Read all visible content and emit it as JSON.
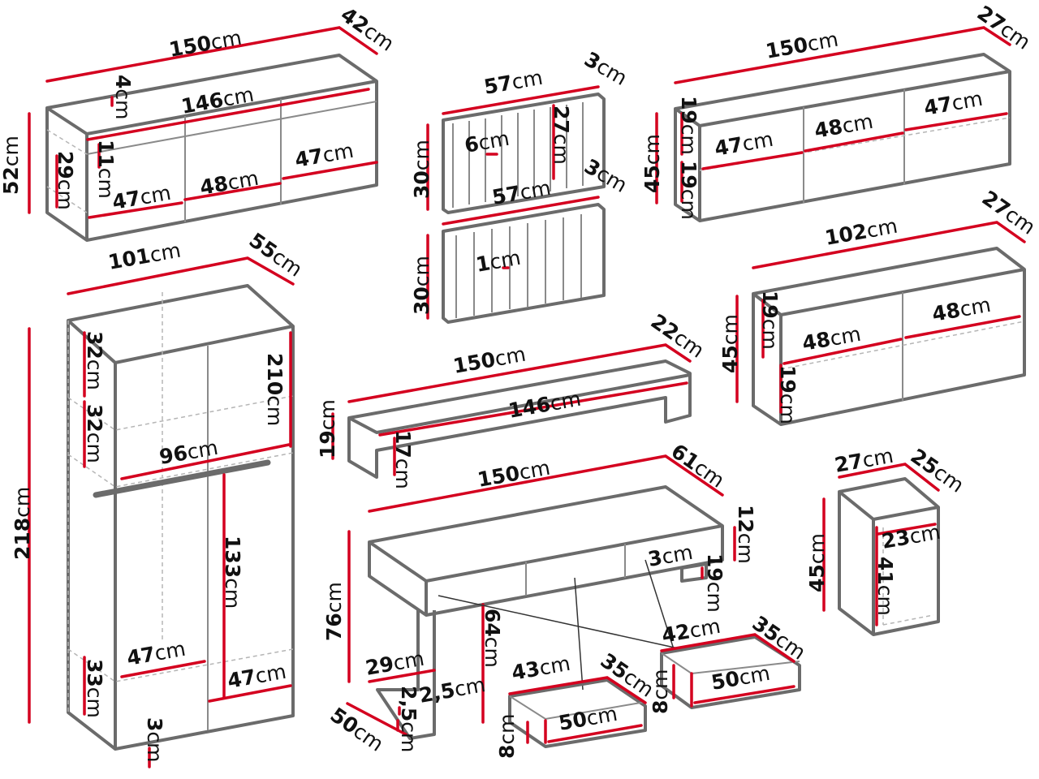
{
  "colors": {
    "dimension_line": "#d4001f",
    "furniture_outline": "#6b6b6b",
    "text": "#111111"
  },
  "unit": "cm",
  "dimensions": [
    {
      "id": "sb-width",
      "value": "150",
      "unit": "cm"
    },
    {
      "id": "sb-depth",
      "value": "42",
      "unit": "cm"
    },
    {
      "id": "sb-top",
      "value": "4",
      "unit": "cm"
    },
    {
      "id": "sb-inner",
      "value": "146",
      "unit": "cm"
    },
    {
      "id": "sb-height",
      "value": "52",
      "unit": "cm"
    },
    {
      "id": "sb-shelf-gap",
      "value": "11",
      "unit": "cm"
    },
    {
      "id": "sb-inner-h",
      "value": "29",
      "unit": "cm"
    },
    {
      "id": "sb-comp1",
      "value": "47",
      "unit": "cm"
    },
    {
      "id": "sb-comp2",
      "value": "48",
      "unit": "cm"
    },
    {
      "id": "sb-comp3",
      "value": "47",
      "unit": "cm"
    },
    {
      "id": "p1-width",
      "value": "57",
      "unit": "cm"
    },
    {
      "id": "p1-depth",
      "value": "3",
      "unit": "cm"
    },
    {
      "id": "p1-slat-gap",
      "value": "6",
      "unit": "cm"
    },
    {
      "id": "p1-slat-h",
      "value": "27",
      "unit": "cm"
    },
    {
      "id": "p1-height",
      "value": "30",
      "unit": "cm"
    },
    {
      "id": "p2-width",
      "value": "57",
      "unit": "cm"
    },
    {
      "id": "p2-depth",
      "value": "3",
      "unit": "cm"
    },
    {
      "id": "p2-slat",
      "value": "1",
      "unit": "cm"
    },
    {
      "id": "p2-height",
      "value": "30",
      "unit": "cm"
    },
    {
      "id": "ws-width",
      "value": "150",
      "unit": "cm"
    },
    {
      "id": "ws-depth",
      "value": "27",
      "unit": "cm"
    },
    {
      "id": "ws-height",
      "value": "45",
      "unit": "cm"
    },
    {
      "id": "ws-shelf1",
      "value": "19",
      "unit": "cm"
    },
    {
      "id": "ws-shelf2",
      "value": "19",
      "unit": "cm"
    },
    {
      "id": "ws-comp1",
      "value": "47",
      "unit": "cm"
    },
    {
      "id": "ws-comp2",
      "value": "48",
      "unit": "cm"
    },
    {
      "id": "ws-comp3",
      "value": "47",
      "unit": "cm"
    },
    {
      "id": "wd-width",
      "value": "101",
      "unit": "cm"
    },
    {
      "id": "wd-depth",
      "value": "55",
      "unit": "cm"
    },
    {
      "id": "wd-height",
      "value": "218",
      "unit": "cm"
    },
    {
      "id": "wd-inner-h",
      "value": "210",
      "unit": "cm"
    },
    {
      "id": "wd-shelf1",
      "value": "32",
      "unit": "cm"
    },
    {
      "id": "wd-shelf2",
      "value": "32",
      "unit": "cm"
    },
    {
      "id": "wd-inner-w",
      "value": "96",
      "unit": "cm"
    },
    {
      "id": "wd-hang",
      "value": "133",
      "unit": "cm"
    },
    {
      "id": "wd-bottom-left",
      "value": "47",
      "unit": "cm"
    },
    {
      "id": "wd-bottom-right",
      "value": "47",
      "unit": "cm"
    },
    {
      "id": "wd-bottom-h",
      "value": "33",
      "unit": "cm"
    },
    {
      "id": "wd-plinth",
      "value": "3",
      "unit": "cm"
    },
    {
      "id": "ws2-width",
      "value": "102",
      "unit": "cm"
    },
    {
      "id": "ws2-depth",
      "value": "27",
      "unit": "cm"
    },
    {
      "id": "ws2-height",
      "value": "45",
      "unit": "cm"
    },
    {
      "id": "ws2-shelf1",
      "value": "19",
      "unit": "cm"
    },
    {
      "id": "ws2-shelf2",
      "value": "19",
      "unit": "cm"
    },
    {
      "id": "ws2-comp1",
      "value": "48",
      "unit": "cm"
    },
    {
      "id": "ws2-comp2",
      "value": "48",
      "unit": "cm"
    },
    {
      "id": "dt-width",
      "value": "150",
      "unit": "cm"
    },
    {
      "id": "dt-depth",
      "value": "22",
      "unit": "cm"
    },
    {
      "id": "dt-inner",
      "value": "146",
      "unit": "cm"
    },
    {
      "id": "dt-height",
      "value": "19",
      "unit": "cm"
    },
    {
      "id": "dt-inner-h",
      "value": "17",
      "unit": "cm"
    },
    {
      "id": "dk-width",
      "value": "150",
      "unit": "cm"
    },
    {
      "id": "dk-depth",
      "value": "61",
      "unit": "cm"
    },
    {
      "id": "dk-apron",
      "value": "12",
      "unit": "cm"
    },
    {
      "id": "dk-drawer-gap",
      "value": "3",
      "unit": "cm"
    },
    {
      "id": "dk-drawer-h",
      "value": "19",
      "unit": "cm"
    },
    {
      "id": "dk-height",
      "value": "76",
      "unit": "cm"
    },
    {
      "id": "dk-knee",
      "value": "64",
      "unit": "cm"
    },
    {
      "id": "dk-leg-w",
      "value": "29",
      "unit": "cm"
    },
    {
      "id": "dk-leg-t",
      "value": "2,5",
      "unit": "cm"
    },
    {
      "id": "dk-foot-t",
      "value": "2,5",
      "unit": "cm"
    },
    {
      "id": "dk-foot-d",
      "value": "50",
      "unit": "cm"
    },
    {
      "id": "dr1-w",
      "value": "43",
      "unit": "cm"
    },
    {
      "id": "dr1-d",
      "value": "35",
      "unit": "cm"
    },
    {
      "id": "dr1-inner",
      "value": "50",
      "unit": "cm"
    },
    {
      "id": "dr1-h",
      "value": "8",
      "unit": "cm"
    },
    {
      "id": "dr2-w",
      "value": "42",
      "unit": "cm"
    },
    {
      "id": "dr2-d",
      "value": "35",
      "unit": "cm"
    },
    {
      "id": "dr2-inner",
      "value": "50",
      "unit": "cm"
    },
    {
      "id": "dr2-h",
      "value": "8",
      "unit": "cm"
    },
    {
      "id": "nc-width",
      "value": "27",
      "unit": "cm"
    },
    {
      "id": "nc-depth",
      "value": "25",
      "unit": "cm"
    },
    {
      "id": "nc-height",
      "value": "45",
      "unit": "cm"
    },
    {
      "id": "nc-inner-w",
      "value": "23",
      "unit": "cm"
    },
    {
      "id": "nc-inner-h",
      "value": "41",
      "unit": "cm"
    }
  ]
}
